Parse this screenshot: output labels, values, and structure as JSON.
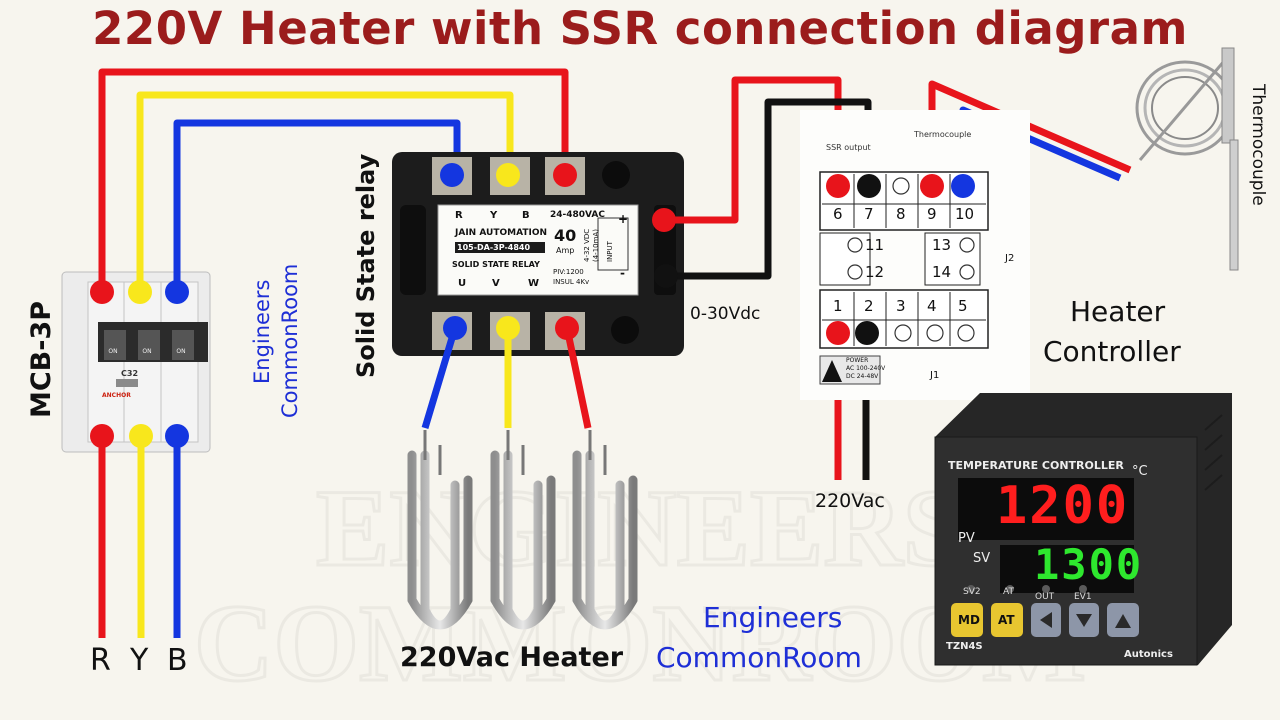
{
  "title": "220V Heater with SSR connection diagram",
  "mcb": {
    "label": "MCB-3P",
    "rating": "C32",
    "brand": "ANCHOR",
    "on_text": "ON"
  },
  "phases": [
    "R",
    "Y",
    "B"
  ],
  "watermark_vertical": [
    "Engineers",
    "CommonRoom"
  ],
  "watermark_bottom": [
    "Engineers",
    "CommonRoom"
  ],
  "ssr": {
    "side_label": "Solid State relay",
    "terminals_top": [
      "R",
      "Y",
      "B"
    ],
    "terminals_bottom": [
      "U",
      "V",
      "W"
    ],
    "voltage": "24-480VAC",
    "brand": "JAIN AUTOMATION",
    "model": "105-DA-3P-4840",
    "current": "40",
    "current_unit": "Amp",
    "type": "SOLID STATE RELAY",
    "input_label": "INPUT",
    "input_range": "4-32 VDC",
    "input_current": "(4-10mA)",
    "piv": "PIV:1200",
    "insul": "INSUL 4Kv",
    "plus": "+",
    "minus": "-"
  },
  "control_voltage_label": "0-30Vdc",
  "heater_label": "220Vac Heater",
  "supply_label": "220Vac",
  "controller_label": [
    "Heater",
    "Controller"
  ],
  "thermocouple_label": "Thermocouple",
  "terminal_block": {
    "ssr_output": "SSR output",
    "thermocouple": "Thermocouple",
    "top_row": [
      "6",
      "7",
      "8",
      "9",
      "10"
    ],
    "mid_left": [
      "11",
      "12"
    ],
    "mid_right": [
      "13",
      "14"
    ],
    "bottom_row": [
      "1",
      "2",
      "3",
      "4",
      "5"
    ],
    "j1": "J1",
    "j2": "J2",
    "power": "POWER",
    "power_ac": "AC 100-240V",
    "power_dc": "DC 24-48V"
  },
  "temperature_controller": {
    "title": "TEMPERATURE CONTROLLER",
    "unit": "°C",
    "pv_label": "PV",
    "sv_label": "SV",
    "pv_value": "1200",
    "sv_value": "1300",
    "indicators": [
      "SV2",
      "AT",
      "OUT",
      "EV1"
    ],
    "buttons": [
      "MD",
      "AT"
    ],
    "model": "TZN4S",
    "brand": "Autonics"
  },
  "colors": {
    "red": "#e8141b",
    "yellow": "#f8e71c",
    "blue": "#1436e0",
    "black": "#111111",
    "title": "#9b1c1c"
  }
}
